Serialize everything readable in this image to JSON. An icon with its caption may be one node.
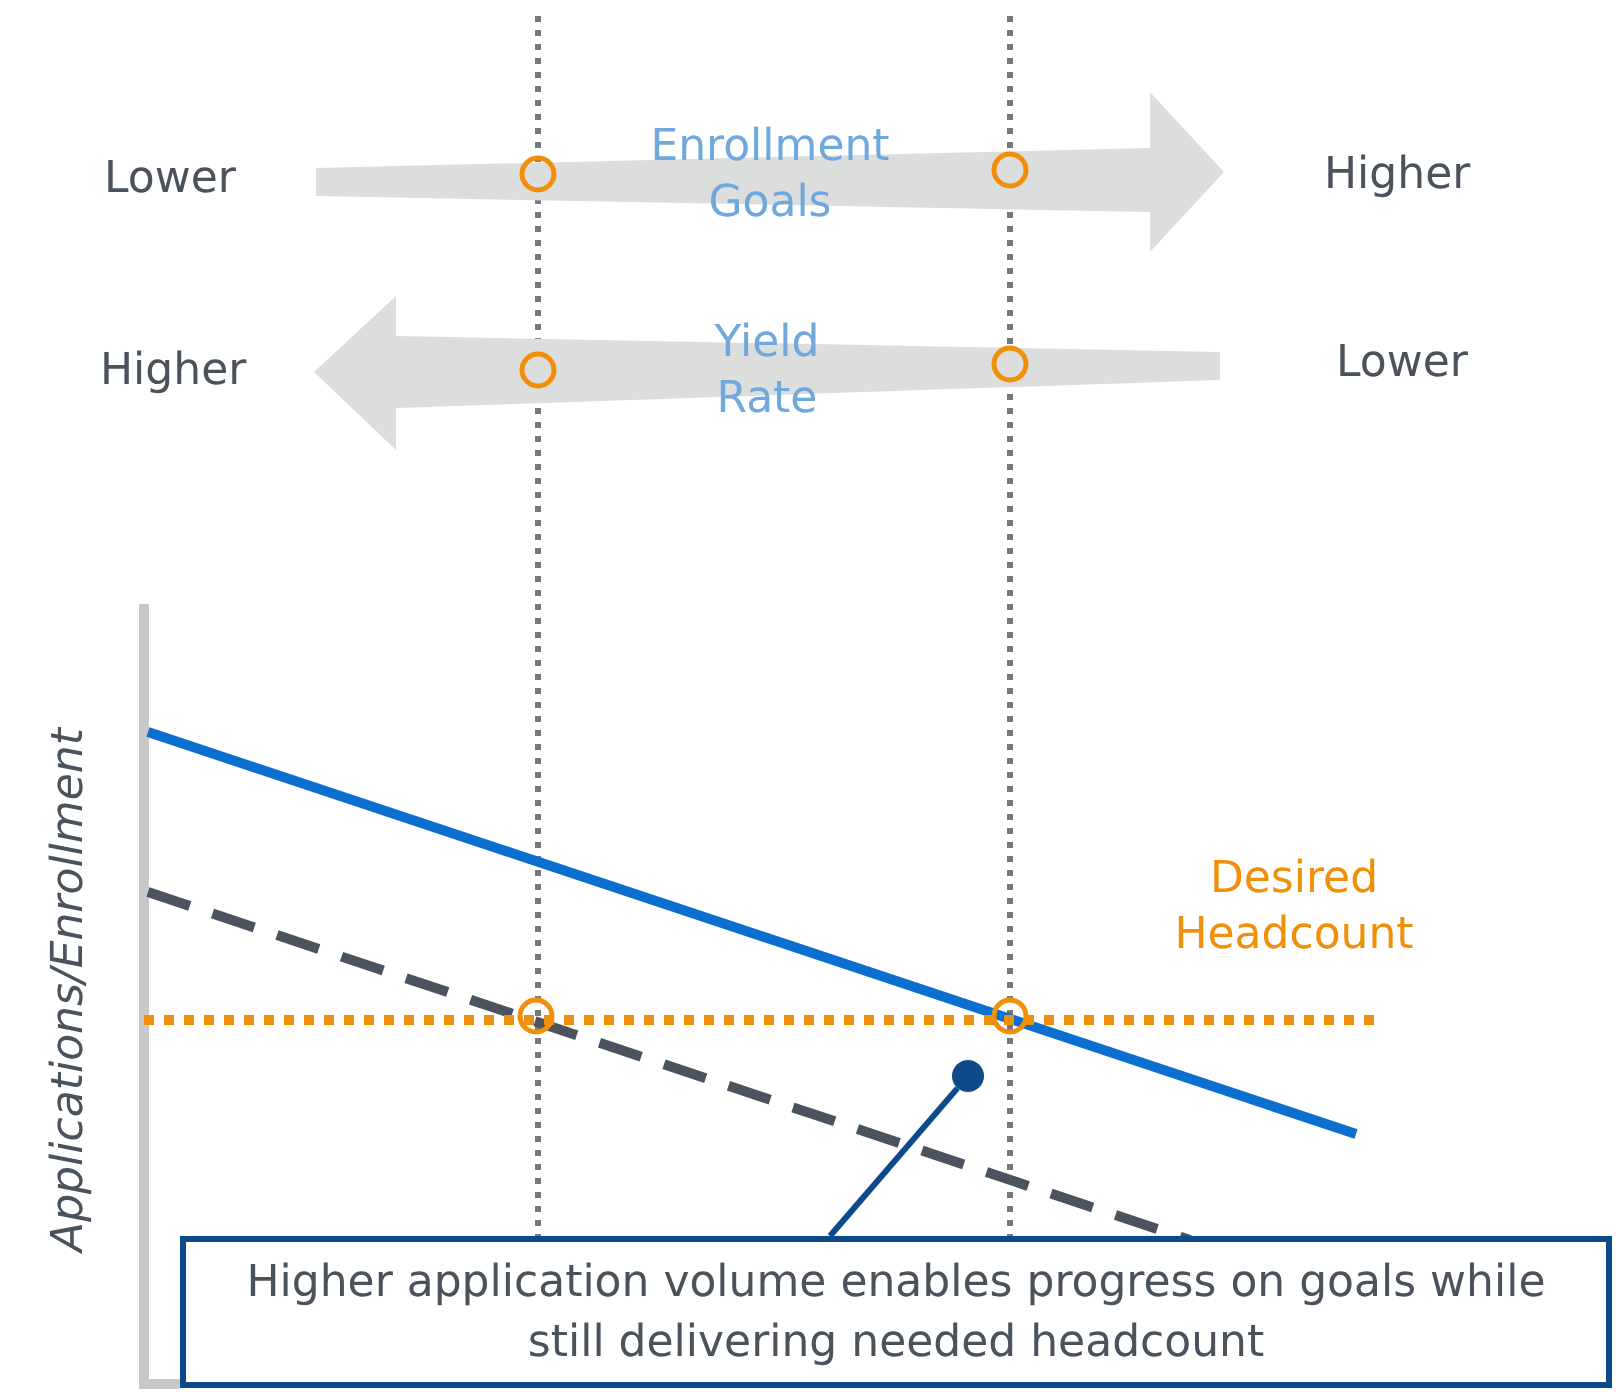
{
  "diagram": {
    "nodes": [
      {
        "text": [
          "Enrollment Goals"
        ]
      },
      {
        "text": [
          "Yield Rate"
        ]
      },
      {
        "text": [
          "Higher application volume enables progress on goals while still delivering needed headcount"
        ]
      },
      {
        "text": [],
        "shape": "circle"
      }
    ],
    "edges": [
      {
        "from": 2,
        "to": 3,
        "arrow": "none"
      }
    ],
    "labels": [
      "Lower",
      "Higher",
      "Higher",
      "Lower",
      "Applications/Enrollment",
      "Desired Headcount"
    ]
  }
}
